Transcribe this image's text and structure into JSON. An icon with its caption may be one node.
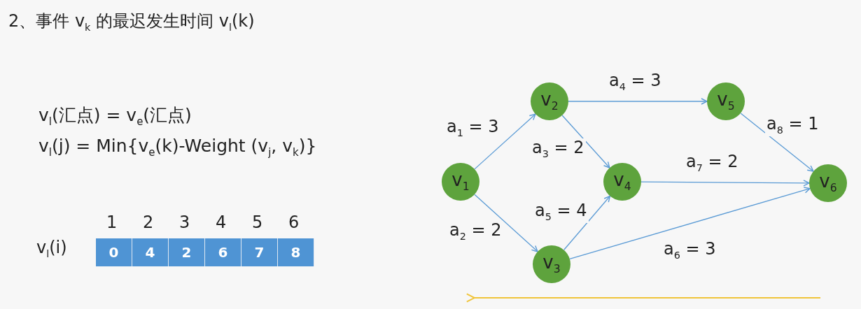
{
  "diagram": {
    "title": "2、事件 v$_{k}$ 的最迟发生时间 v$_{l}$(k)",
    "nodes": [
      {
        "text": [
          "v$_{1}$"
        ]
      },
      {
        "text": [
          "v$_{2}$"
        ]
      },
      {
        "text": [
          "v$_{3}$"
        ]
      },
      {
        "text": [
          "v$_{4}$"
        ]
      },
      {
        "text": [
          "v$_{5}$"
        ]
      },
      {
        "text": [
          "v$_{6}$"
        ]
      }
    ],
    "edges": [
      {
        "from": 0,
        "to": 1,
        "arrow": "to",
        "label": "a$_{1}$ = 3"
      },
      {
        "from": 0,
        "to": 2,
        "arrow": "to",
        "label": "a$_{2}$ = 2"
      },
      {
        "from": 1,
        "to": 3,
        "arrow": "to",
        "label": "a$_{3}$ = 2"
      },
      {
        "from": 1,
        "to": 4,
        "arrow": "to",
        "label": "a$_{4}$ = 3"
      },
      {
        "from": 2,
        "to": 3,
        "arrow": "to",
        "label": "a$_{5}$ = 4"
      },
      {
        "from": 2,
        "to": 5,
        "arrow": "to",
        "label": "a$_{6}$ = 3"
      },
      {
        "from": 3,
        "to": 5,
        "arrow": "to",
        "label": "a$_{7}$ = 2"
      },
      {
        "from": 4,
        "to": 5,
        "arrow": "to",
        "label": "a$_{8}$ = 1"
      }
    ],
    "labels": [
      "v$_{l}$(汇点) = v$_{e}$(汇点)",
      "v$_{l}$(j) = Min{v$_{e}$(k)-Weight (v$_{j}$, v$_{k}$)}",
      "1",
      "2",
      "3",
      "4",
      "5",
      "6",
      "v$_{l}$(i)",
      "0",
      "4",
      "2",
      "6",
      "7",
      "8"
    ]
  }
}
